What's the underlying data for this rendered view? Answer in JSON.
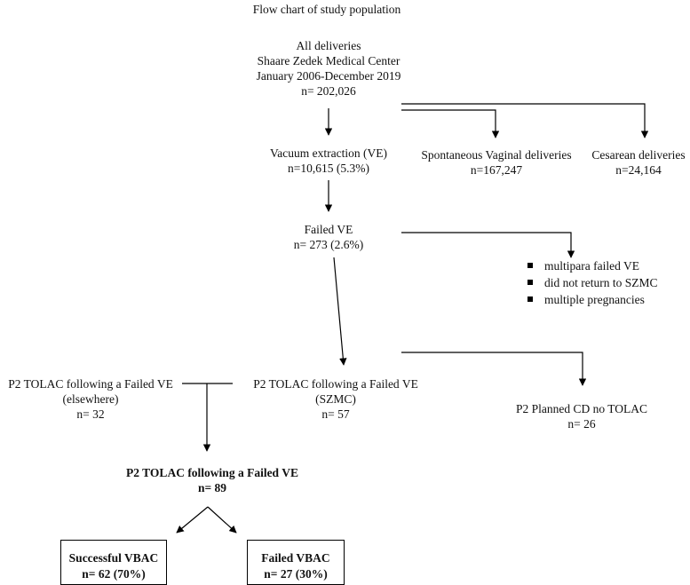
{
  "title": "Flow chart of study population",
  "nodes": {
    "all_deliveries": {
      "lines": [
        "All deliveries",
        "Shaare Zedek Medical Center",
        "January 2006-December 2019",
        "n= 202,026"
      ]
    },
    "vacuum_extraction": {
      "lines": [
        "Vacuum extraction (VE)",
        "n=10,615 (5.3%)"
      ]
    },
    "spontaneous_vaginal": {
      "lines": [
        "Spontaneous Vaginal deliveries",
        "n=167,247"
      ]
    },
    "cesarean": {
      "lines": [
        "Cesarean deliveries",
        "n=24,164"
      ]
    },
    "failed_ve": {
      "lines": [
        "Failed VE",
        "n= 273 (2.6%)"
      ]
    },
    "exclusions": {
      "items": [
        "multipara failed VE",
        "did not return to SZMC",
        "multiple pregnancies"
      ]
    },
    "tolac_elsewhere": {
      "lines": [
        "P2 TOLAC following a Failed VE",
        "(elsewhere)",
        "n= 32"
      ]
    },
    "tolac_szmc": {
      "lines": [
        "P2 TOLAC following a Failed VE",
        "(SZMC)",
        "n= 57"
      ]
    },
    "planned_cd": {
      "lines": [
        "P2 Planned CD no TOLAC",
        "n= 26"
      ]
    },
    "tolac_total": {
      "lines": [
        "P2 TOLAC following a Failed VE",
        "n= 89"
      ]
    },
    "successful_vbac": {
      "lines": [
        "Successful VBAC",
        "n= 62 (70%)"
      ]
    },
    "failed_vbac": {
      "lines": [
        "Failed VBAC",
        "n= 27 (30%)"
      ]
    }
  }
}
